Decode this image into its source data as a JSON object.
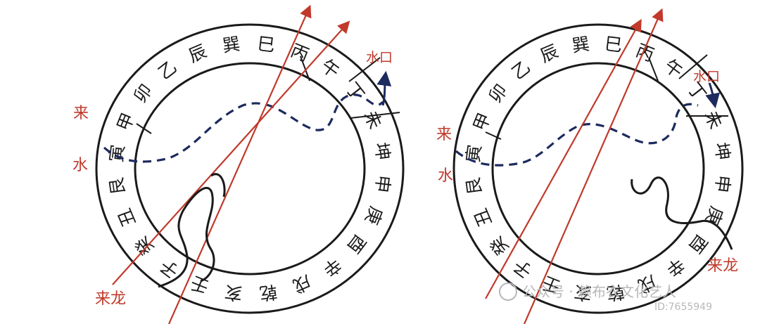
{
  "diagrams": [
    {
      "ring": [
        "壬",
        "子",
        "癸",
        "丑",
        "艮",
        "寅",
        "甲",
        "卯",
        "乙",
        "辰",
        "巽",
        "巳",
        "丙",
        "午",
        "丁",
        "未",
        "坤",
        "申",
        "庚",
        "酉",
        "辛",
        "戌",
        "乾",
        "亥"
      ],
      "labels": {
        "incoming_water": "来水",
        "water_outlet": "水口",
        "incoming_dragon": "来龙"
      }
    },
    {
      "ring": [
        "壬",
        "子",
        "癸",
        "丑",
        "艮",
        "寅",
        "甲",
        "卯",
        "乙",
        "辰",
        "巽",
        "巳",
        "丙",
        "午",
        "丁",
        "未",
        "坤",
        "申",
        "庚",
        "酉",
        "辛",
        "戌",
        "乾",
        "亥"
      ],
      "labels": {
        "incoming_water": "来水",
        "water_outlet": "水口",
        "incoming_dragon": "来龙"
      }
    }
  ],
  "watermark": {
    "text": "公众号 · 赖布衣文化艺人",
    "id": "ID:7655949"
  },
  "colors": {
    "ink": "#1a1a1a",
    "red": "#c0392b",
    "blue": "#1c2a5e",
    "watermark": "#b8b8b8"
  }
}
